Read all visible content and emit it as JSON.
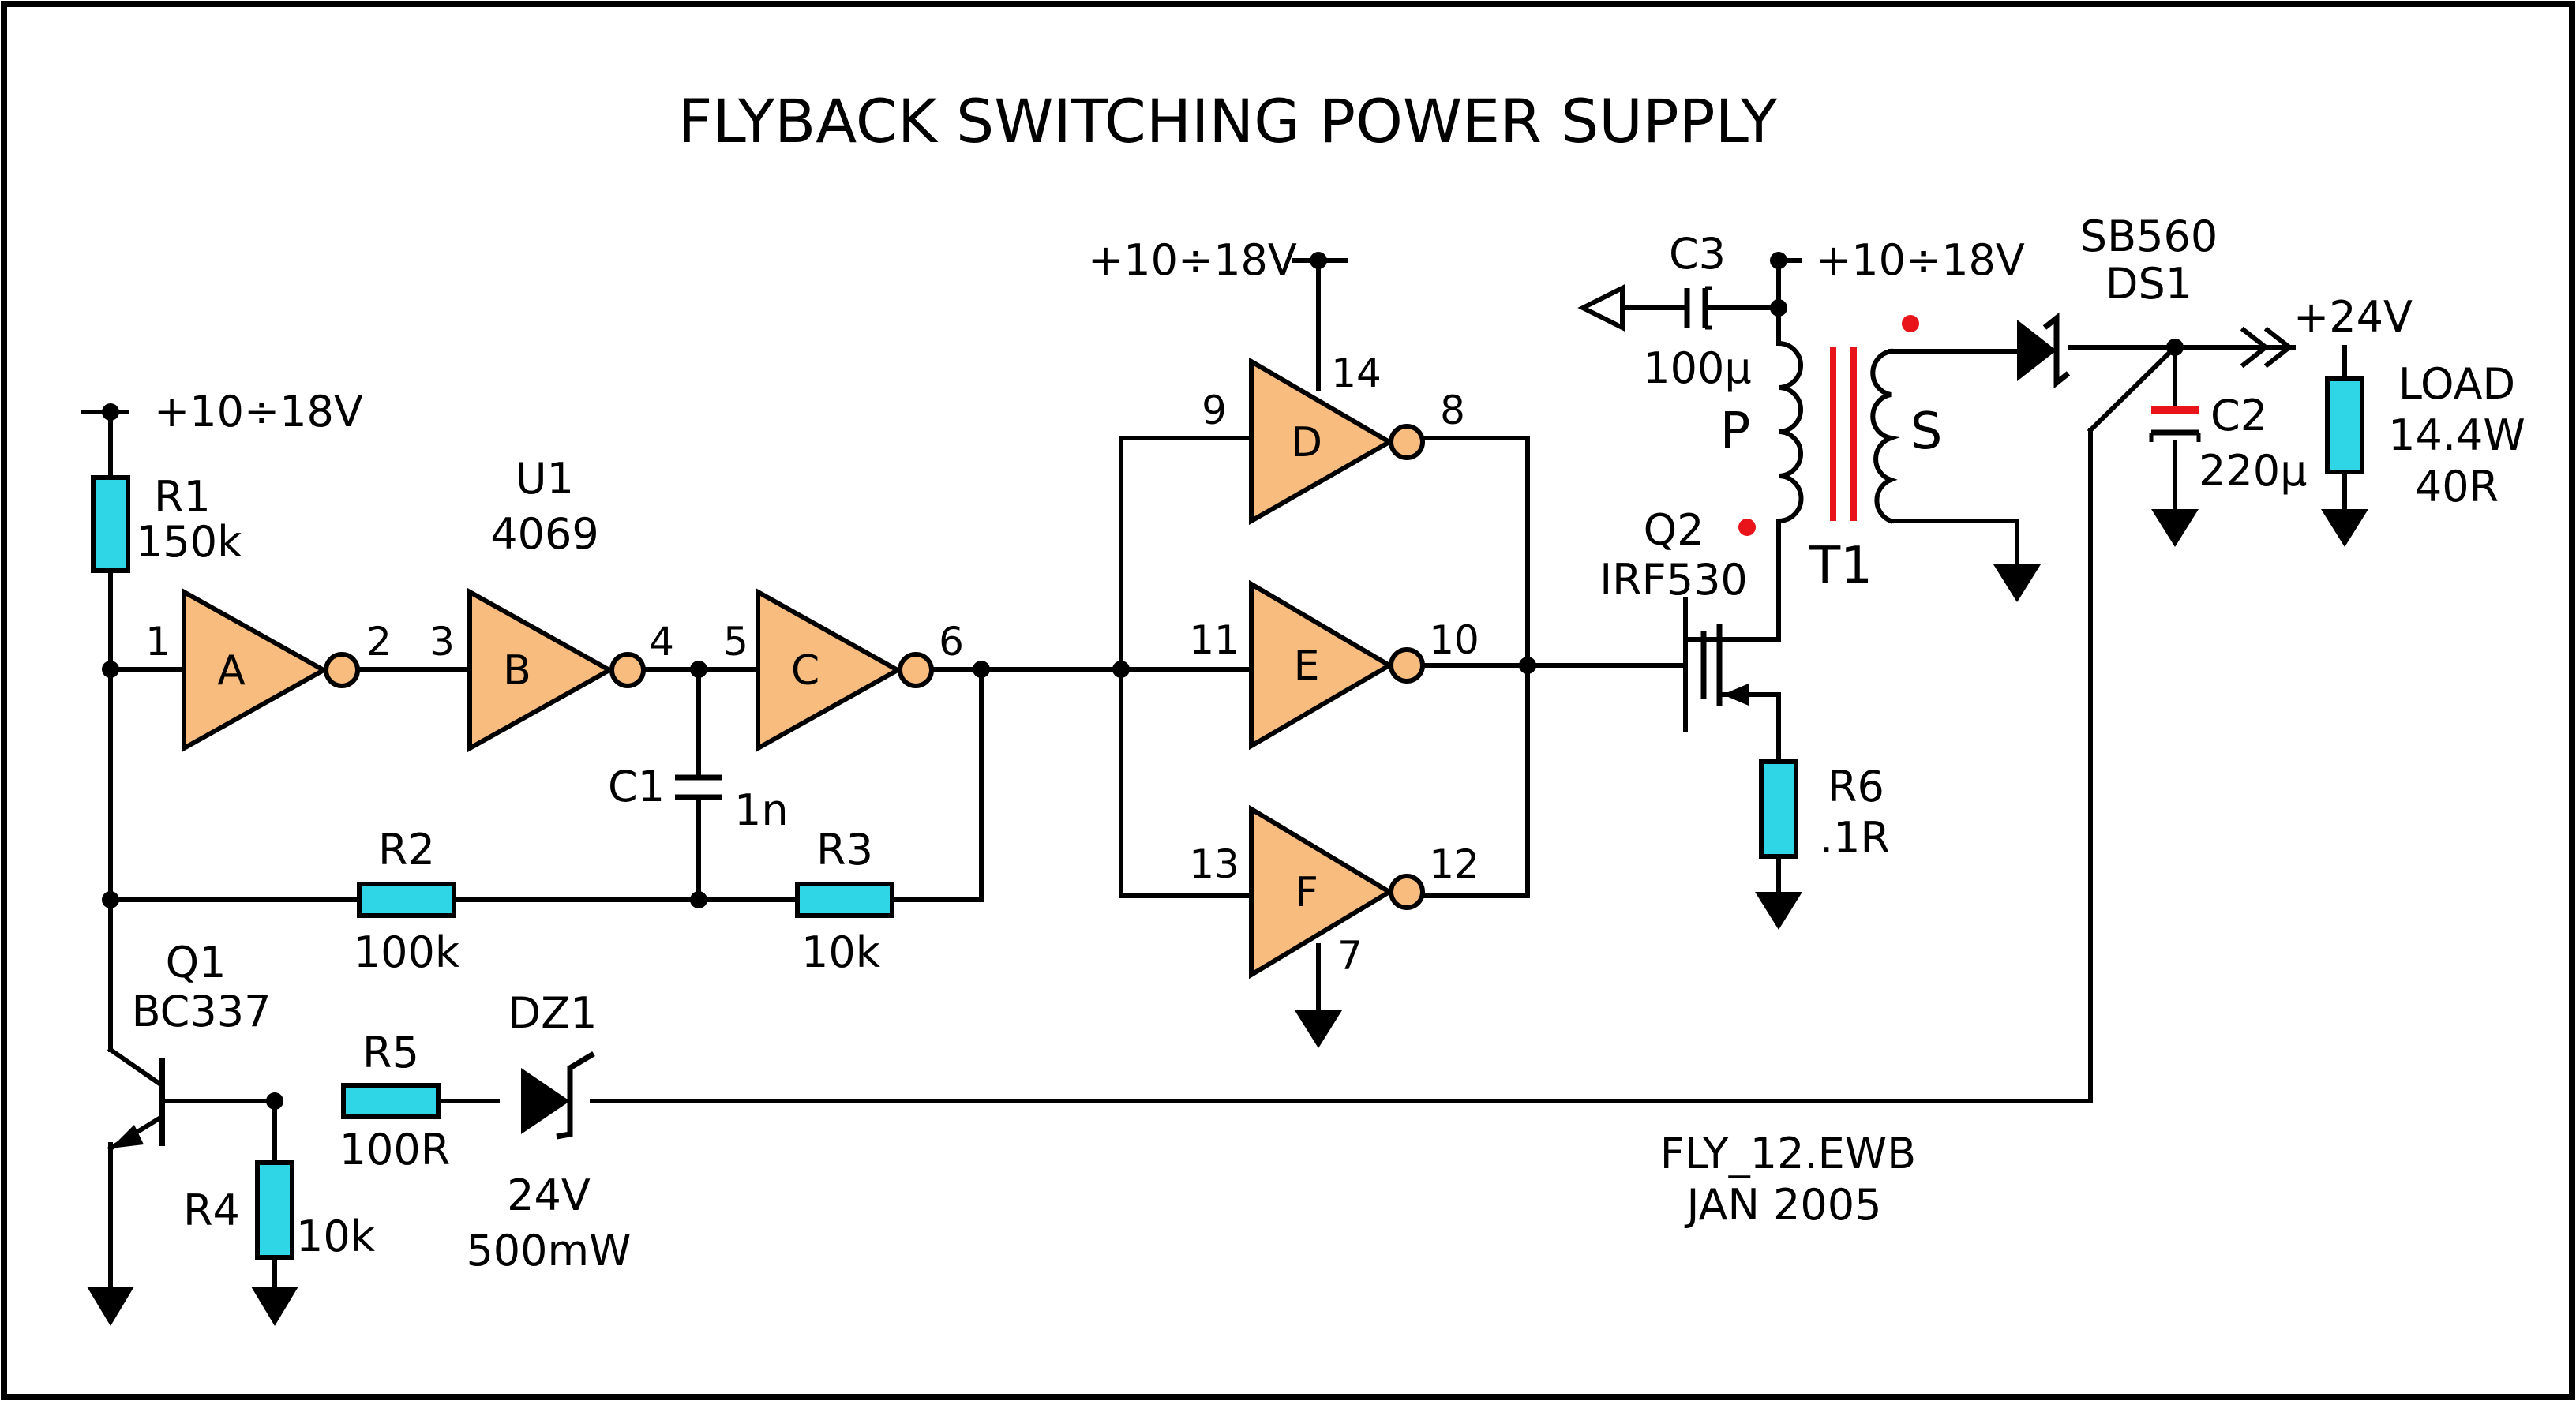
{
  "title": "FLYBACK SWITCHING POWER SUPPLY",
  "file_info": {
    "name": "FLY_12.EWB",
    "date": "JAN 2005"
  },
  "supply_label": "+10÷18V",
  "output_label": "+24V",
  "colors": {
    "gate": "#f8bd7e",
    "resistor": "#2ed6e6",
    "phase_dot": "#e8141a",
    "wire": "#000000"
  },
  "components": {
    "r1": {
      "ref": "R1",
      "value": "150k"
    },
    "r2": {
      "ref": "R2",
      "value": "100k"
    },
    "r3": {
      "ref": "R3",
      "value": "10k"
    },
    "r4": {
      "ref": "R4",
      "value": "10k"
    },
    "r5": {
      "ref": "R5",
      "value": "100R"
    },
    "r6": {
      "ref": "R6",
      "value": ".1R"
    },
    "c1": {
      "ref": "C1",
      "value": "1n"
    },
    "c2": {
      "ref": "C2",
      "value": "220µ"
    },
    "c3": {
      "ref": "C3",
      "value": "100µ"
    },
    "u1": {
      "ref": "U1",
      "value": "4069"
    },
    "q1": {
      "ref": "Q1",
      "value": "BC337"
    },
    "q2": {
      "ref": "Q2",
      "value": "IRF530"
    },
    "dz1": {
      "ref": "DZ1",
      "voltage": "24V",
      "power": "500mW"
    },
    "ds1": {
      "ref": "DS1",
      "part": "SB560"
    },
    "t1": {
      "ref": "T1",
      "primary": "P",
      "secondary": "S"
    },
    "load": {
      "ref": "LOAD",
      "power": "14.4W",
      "resistance": "40R"
    }
  },
  "gates": [
    {
      "name": "A",
      "in_pin": "1",
      "out_pin": "2"
    },
    {
      "name": "B",
      "in_pin": "3",
      "out_pin": "4"
    },
    {
      "name": "C",
      "in_pin": "5",
      "out_pin": "6"
    },
    {
      "name": "D",
      "in_pin": "9",
      "out_pin": "8"
    },
    {
      "name": "E",
      "in_pin": "11",
      "out_pin": "10"
    },
    {
      "name": "F",
      "in_pin": "13",
      "out_pin": "12"
    }
  ],
  "supply_pins": {
    "vcc": "14",
    "gnd": "7"
  }
}
